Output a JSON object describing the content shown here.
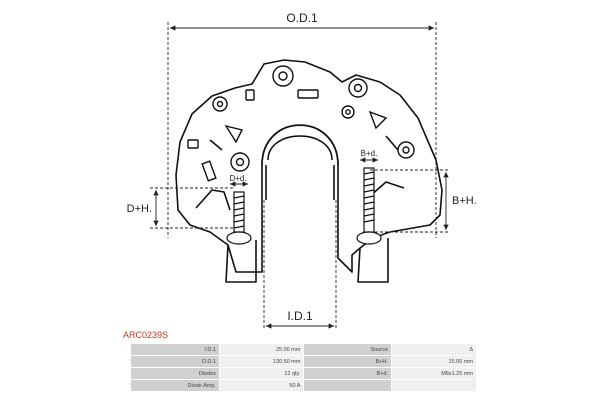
{
  "drawing": {
    "od_label": "O.D.1",
    "id_label": "I.D.1",
    "dh_label": "D+H.",
    "bh_label": "B+H.",
    "dd_label": "D+d.",
    "bd_label": "B+d."
  },
  "product": {
    "code": "ARC0239S"
  },
  "specs": [
    {
      "l1": "I.D.1",
      "v1": "25.00 mm",
      "l2": "Source",
      "v2": "Δ"
    },
    {
      "l1": "O.D.1",
      "v1": "130.50 mm",
      "l2": "B+H.",
      "v2": "15.00 mm"
    },
    {
      "l1": "Diodes",
      "v1": "12 qty.",
      "l2": "B+d.",
      "v2": "M8x1.25 mm"
    },
    {
      "l1": "Diode Amp.",
      "v1": "50 A",
      "l2": "",
      "v2": ""
    }
  ],
  "colors": {
    "code": "#c0392b",
    "label_cell": "#d0d0d0",
    "value_cell": "#f0f0f0"
  }
}
